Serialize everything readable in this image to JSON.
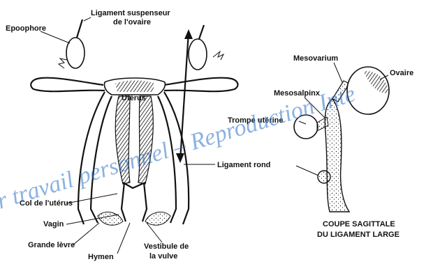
{
  "labels": {
    "epoophore": "Epoophore",
    "ligament_suspenseur_1": "Ligament suspenseur",
    "ligament_suspenseur_2": "de l'ovaire",
    "uterus": "Utérus",
    "ligament_rond": "Ligament rond",
    "col_uterus": "Col de l'utérus",
    "vagin": "Vagin",
    "grande_levre": "Grande lèvre",
    "hymen": "Hymen",
    "vestibule_1": "Vestibule de",
    "vestibule_2": "la vulve",
    "mesovarium": "Mesovarium",
    "mesosalpinx": "Mesosalpinx",
    "ovaire": "Ovaire",
    "trompe_uterine": "Trompe utérine",
    "coupe_1": "COUPE SAGITTALE",
    "coupe_2": "DU LIGAMENT LARGE"
  },
  "watermark": "r travail personnel – Reproduction Inte",
  "colors": {
    "ink": "#111111",
    "watermark": "#2f73c8",
    "background": "#ffffff"
  }
}
